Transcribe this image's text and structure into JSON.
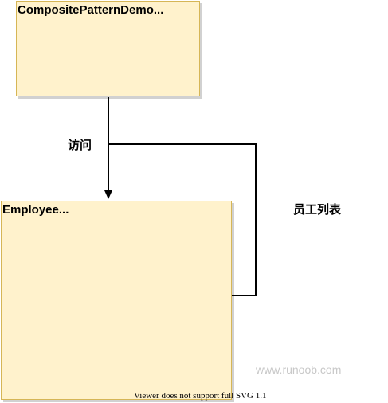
{
  "diagram": {
    "nodes": [
      {
        "id": "demo",
        "label": "CompositePatternDemo..."
      },
      {
        "id": "employee",
        "label": "Employee..."
      }
    ],
    "edges": [
      {
        "from": "demo",
        "to": "employee",
        "label": "访问",
        "arrow": true
      },
      {
        "from": "employee",
        "to": "employee",
        "label": "员工列表",
        "arrow": false
      }
    ],
    "colors": {
      "box_fill": "#fff2cc",
      "box_stroke": "#d6b656",
      "edge": "#000000"
    }
  },
  "footer": {
    "watermark": "www.runoob.com",
    "svg_notice": "Viewer does not support full SVG 1.1"
  }
}
